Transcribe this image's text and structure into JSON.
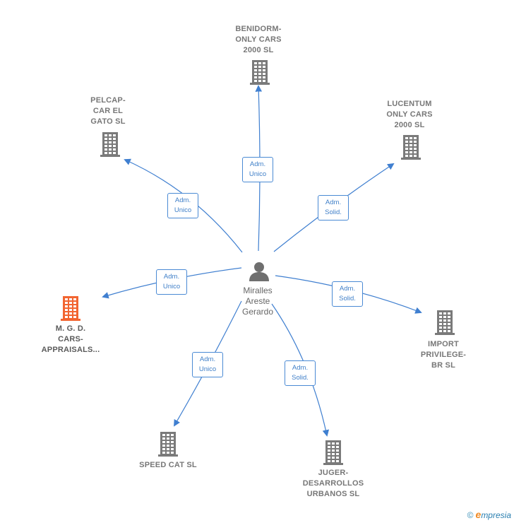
{
  "center": {
    "name": [
      "Miralles",
      "Areste",
      "Gerardo"
    ]
  },
  "nodes": [
    {
      "id": "benidorm",
      "label": [
        "BENIDORM-",
        "ONLY CARS",
        "2000  SL"
      ],
      "color": "#7a7a7a"
    },
    {
      "id": "pelcap",
      "label": [
        "PELCAP-",
        "CAR EL",
        "GATO SL"
      ],
      "color": "#7a7a7a"
    },
    {
      "id": "lucentum",
      "label": [
        "LUCENTUM",
        "ONLY CARS",
        "2000  SL"
      ],
      "color": "#7a7a7a"
    },
    {
      "id": "mgd",
      "label": [
        "M.  G. D.",
        "CARS-",
        "APPRAISALS..."
      ],
      "color": "#f26531"
    },
    {
      "id": "import",
      "label": [
        "IMPORT",
        "PRIVILEGE-",
        "BR  SL"
      ],
      "color": "#7a7a7a"
    },
    {
      "id": "speedcat",
      "label": [
        "SPEED CAT  SL"
      ],
      "color": "#7a7a7a"
    },
    {
      "id": "juger",
      "label": [
        "JUGER-",
        "DESARROLLOS",
        "URBANOS  SL"
      ],
      "color": "#7a7a7a"
    }
  ],
  "edges": [
    {
      "to": "benidorm",
      "role": [
        "Adm.",
        "Unico"
      ]
    },
    {
      "to": "pelcap",
      "role": [
        "Adm.",
        "Unico"
      ]
    },
    {
      "to": "lucentum",
      "role": [
        "Adm.",
        "Solid."
      ]
    },
    {
      "to": "mgd",
      "role": [
        "Adm.",
        "Unico"
      ]
    },
    {
      "to": "import",
      "role": [
        "Adm.",
        "Solid."
      ]
    },
    {
      "to": "speedcat",
      "role": [
        "Adm.",
        "Unico"
      ]
    },
    {
      "to": "juger",
      "role": [
        "Adm.",
        "Solid."
      ]
    }
  ],
  "colors": {
    "edge": "#3f7fd0",
    "person": "#6f6f6f",
    "company": "#7a7a7a",
    "highlight": "#f26531"
  },
  "footer": {
    "copyright": "©",
    "brand_initial": "e",
    "brand_rest": "mpresia"
  }
}
